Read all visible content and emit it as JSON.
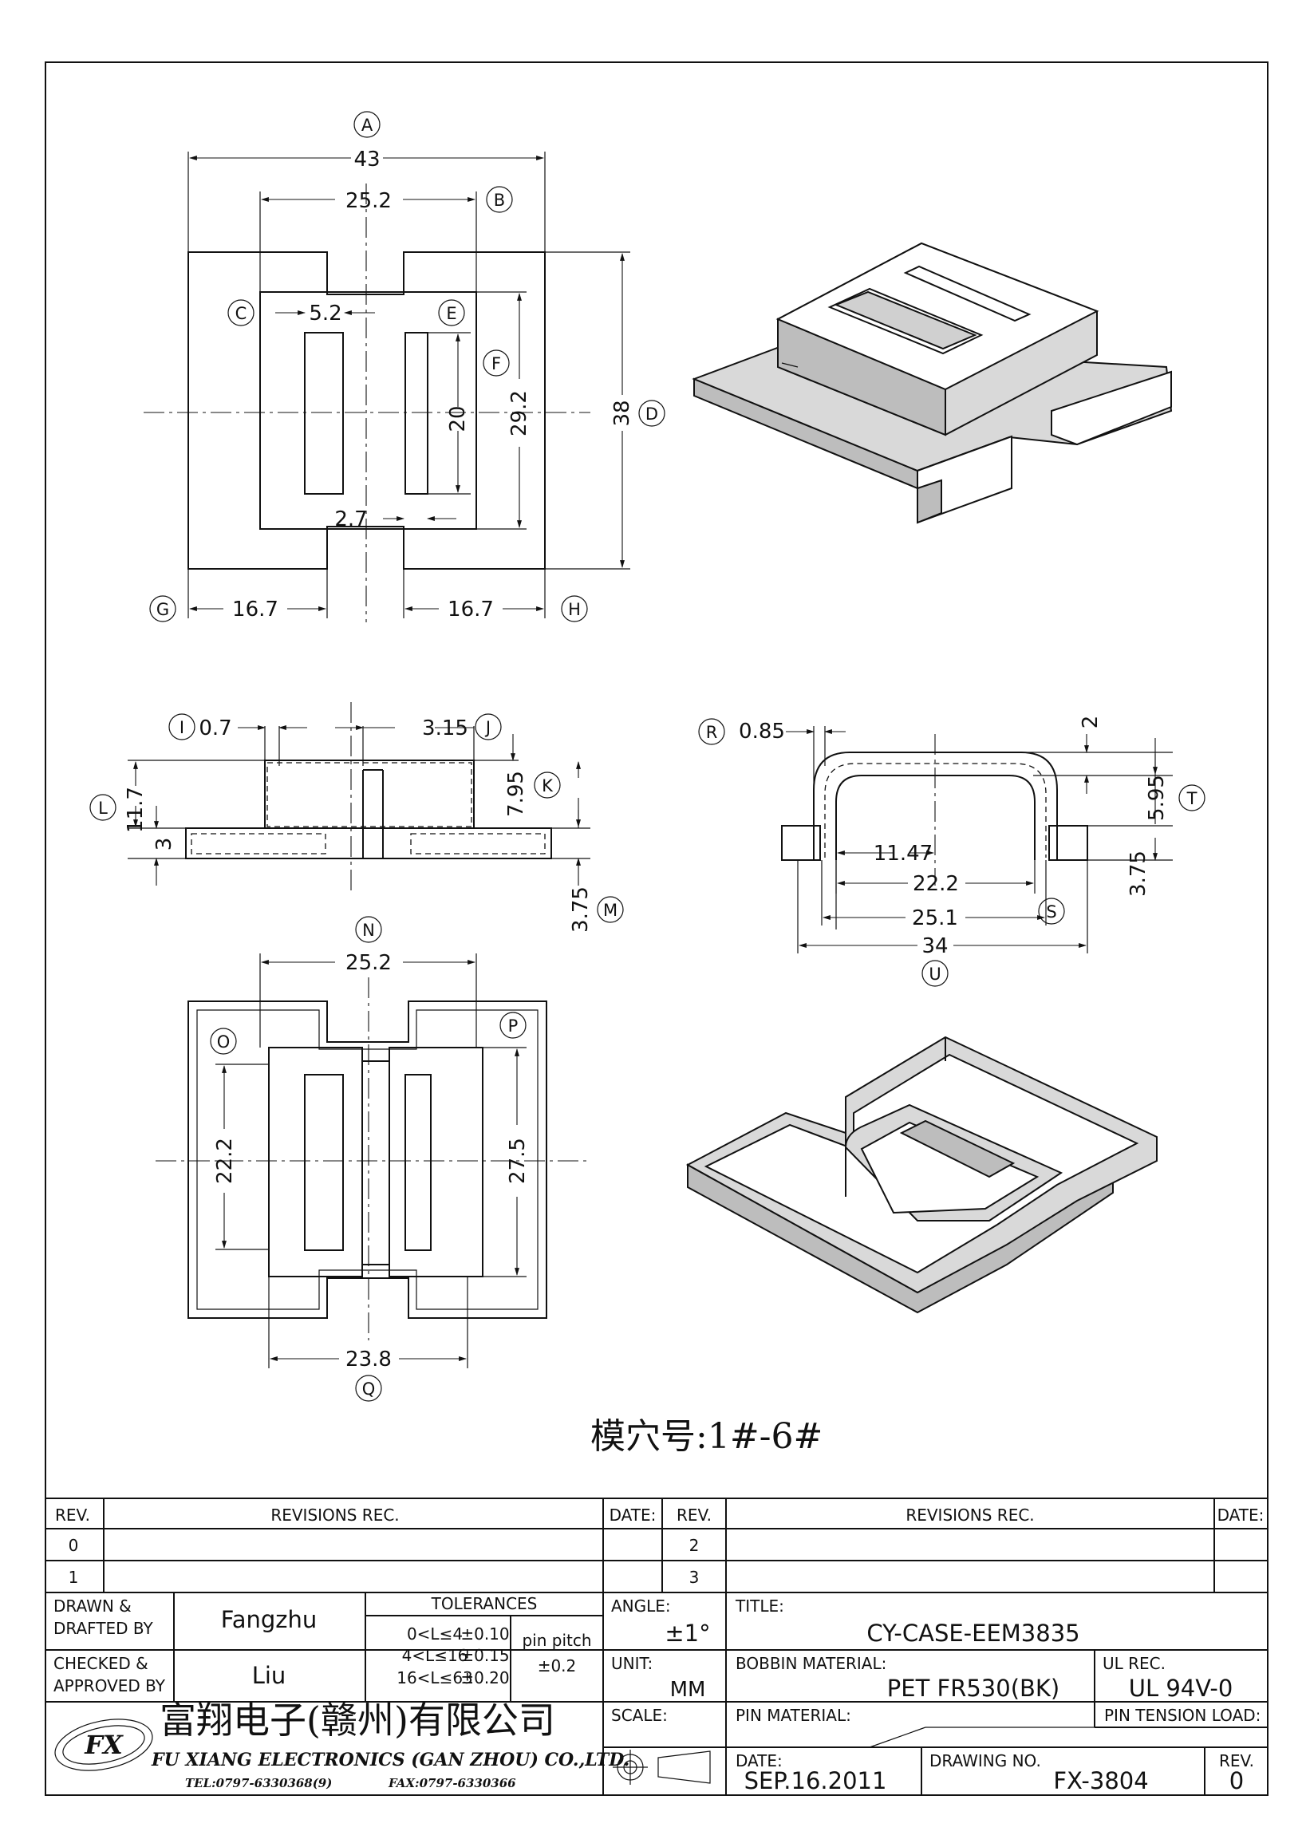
{
  "drawing": {
    "top_view": {
      "dims": {
        "overall_width": "43",
        "inner_width": "25.2",
        "slot_gap": "5.2",
        "inner_height": "29.2",
        "slot_height": "20",
        "overall_height": "38",
        "rib": "2.7",
        "left_flange": "16.7",
        "right_flange": "16.7"
      },
      "callouts": {
        "a": "A",
        "b": "B",
        "c": "C",
        "d": "D",
        "e": "E",
        "f": "F",
        "g": "G",
        "h": "H"
      }
    },
    "side_view": {
      "dims": {
        "wall": "0.7",
        "step": "3.15",
        "body_height": "7.95",
        "total_height": "11.7",
        "flange": "3",
        "base": "3.75"
      },
      "callouts": {
        "i": "I",
        "j": "J",
        "k": "K",
        "l": "L",
        "m": "M"
      }
    },
    "section_view": {
      "dims": {
        "wall": "0.85",
        "top": "2",
        "half_inner": "11.47",
        "inner": "22.2",
        "outer": "25.1",
        "overall": "34",
        "height": "5.95",
        "flange": "3.75"
      },
      "callouts": {
        "r": "R",
        "s": "S",
        "t": "T",
        "u": "U"
      }
    },
    "bottom_view": {
      "dims": {
        "top_width": "25.2",
        "left_height": "22.2",
        "right_height": "27.5",
        "bottom_width": "23.8"
      },
      "callouts": {
        "n": "N",
        "o": "O",
        "p": "P",
        "q": "Q"
      }
    },
    "cavity_note": "模穴号:1#-6#"
  },
  "title_block": {
    "rev_header": "REV.",
    "revisions_header": "REVISIONS   REC.",
    "date_header": "DATE:",
    "rev_rows": [
      "0",
      "1"
    ],
    "rev_rows_right": [
      "2",
      "3"
    ],
    "drawn_label": "DRAWN &",
    "drafted_label": "DRAFTED BY",
    "drawn_by": "Fangzhu",
    "checked_label": "CHECKED &",
    "approved_label": "APPROVED BY",
    "approved_by": "Liu",
    "tolerances_header": "TOLERANCES",
    "tolerances": [
      {
        "range": "0<L≤4",
        "tol": "±0.10"
      },
      {
        "range": "4<L≤16",
        "tol": "±0.15"
      },
      {
        "range": "16<L≤63",
        "tol": "±0.20"
      }
    ],
    "pin_pitch_label": "pin pitch",
    "pin_pitch_tol": "±0.2",
    "angle_label": "ANGLE:",
    "angle_value": "±1°",
    "unit_label": "UNIT:",
    "unit_value": "MM",
    "scale_label": "SCALE:",
    "title_label": "TITLE:",
    "title_value": "CY-CASE-EEM3835",
    "material_label": "BOBBIN MATERIAL:",
    "material_value": "PET FR530(BK)",
    "ul_label": "UL REC.",
    "ul_value": "UL 94V-0",
    "pin_material_label": "PIN MATERIAL:",
    "pin_tension_label": "PIN TENSION LOAD:",
    "date_label": "DATE:",
    "date_value": "SEP.16.2011",
    "drawing_no_label": "DRAWING NO.",
    "drawing_no": "FX-3804",
    "rev_label": "REV.",
    "rev_value": "0",
    "company_cn": "富翔电子(赣州)有限公司",
    "company_en": "FU XIANG ELECTRONICS (GAN ZHOU) CO.,LTD.",
    "tel": "TEL:0797-6330368(9)",
    "fax": "FAX:0797-6330366",
    "logo_text": "FX"
  }
}
